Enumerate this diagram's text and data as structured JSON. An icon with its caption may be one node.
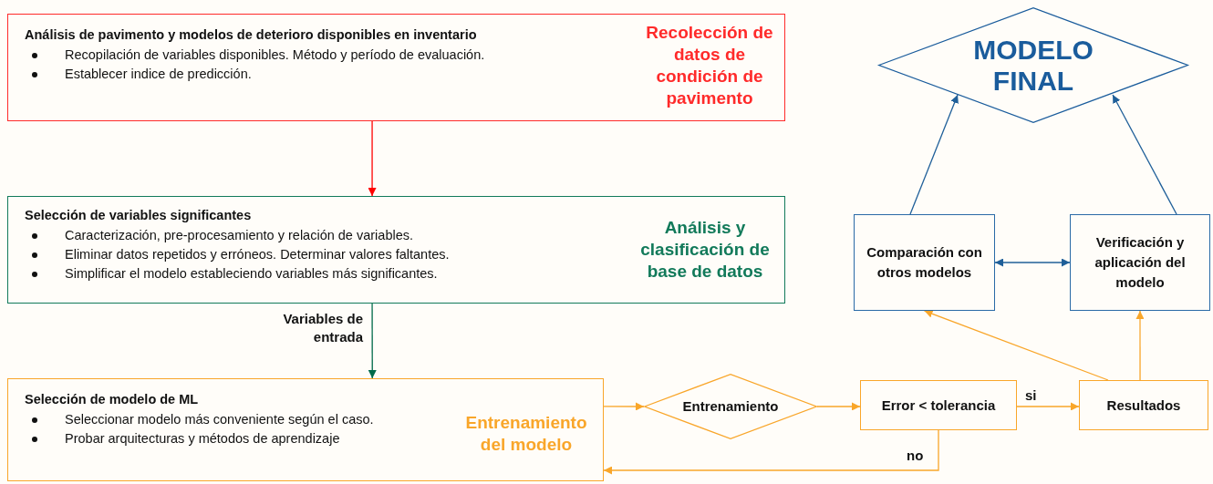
{
  "diagram": {
    "nodes": [
      {
        "text": [
          "Análisis de pavimento y modelos de deterioro disponibles en inventario",
          "Recopilación de variables disponibles. Método y período de evaluación.",
          "Establecer indice de predicción.",
          "Recolección de datos de condición de pavimento"
        ]
      },
      {
        "text": [
          "Selección de variables significantes",
          "Caracterización, pre-procesamiento y  relación de variables.",
          "Eliminar datos repetidos y erróneos. Determinar valores faltantes.",
          "Simplificar el modelo estableciendo variables más significantes.",
          "Análisis y clasificación de base de datos"
        ]
      },
      {
        "text": [
          "Selección de modelo de ML",
          "Seleccionar modelo más conveniente según el caso.",
          "Probar arquitecturas y métodos de aprendizaje",
          "Entrenamiento del modelo"
        ]
      },
      {
        "text": [
          "Entrenamiento"
        ]
      },
      {
        "text": [
          "Error < tolerancia"
        ]
      },
      {
        "text": [
          "Resultados"
        ]
      },
      {
        "text": [
          "Comparación con otros modelos"
        ]
      },
      {
        "text": [
          "Verificación y aplicación del modelo"
        ]
      },
      {
        "text": [
          "MODELO FINAL"
        ]
      }
    ],
    "edges": [
      {
        "from": 0,
        "to": 1,
        "arrow": "to",
        "color": "#ff0000"
      },
      {
        "from": 1,
        "to": 2,
        "arrow": "to",
        "color": "#006a4a",
        "label": "Variables de entrada"
      },
      {
        "from": 2,
        "to": 3,
        "arrow": "to"
      },
      {
        "from": 3,
        "to": 4,
        "arrow": "to"
      },
      {
        "from": 4,
        "to": 5,
        "arrow": "to",
        "label": "si"
      },
      {
        "from": 4,
        "to": 2,
        "arrow": "to",
        "label": "no"
      },
      {
        "from": 5,
        "to": 6,
        "arrow": "to"
      },
      {
        "from": 5,
        "to": 7,
        "arrow": "to"
      },
      {
        "from": 6,
        "to": 7,
        "arrow": "both",
        "color": "#1f5f99"
      },
      {
        "from": 6,
        "to": 8,
        "arrow": "to",
        "color": "#1f5f99"
      },
      {
        "from": 7,
        "to": 8,
        "arrow": "to",
        "color": "#1f5f99"
      }
    ]
  }
}
